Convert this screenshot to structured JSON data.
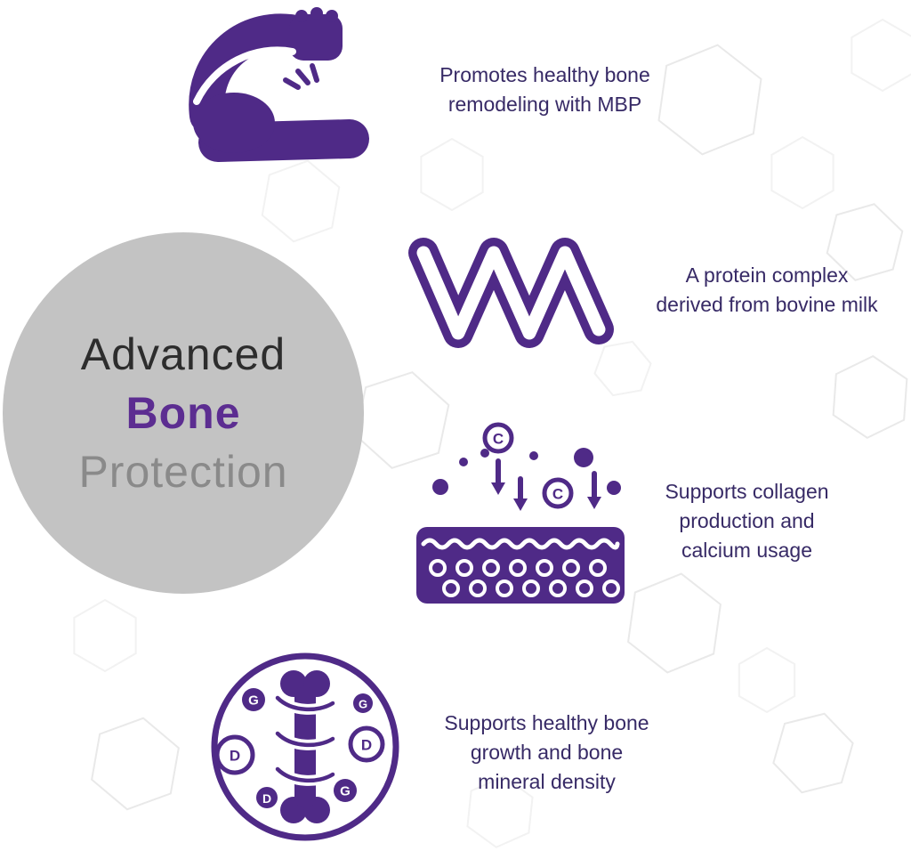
{
  "title": "Advanced Bone Protection infographic",
  "palette": {
    "purple": "#4f2a87",
    "text_purple": "#372a66",
    "bone_purple": "#5c2d91",
    "circle_gray": "#c3c3c3",
    "advanced_dark": "#2d2d2d",
    "protection_gray": "#8a8a8a"
  },
  "center_circle": {
    "line1": "Advanced",
    "line2": "Bone",
    "line3": "Protection"
  },
  "features": [
    {
      "id": "mbp",
      "icon": "flexed-arm-icon",
      "caption": "Promotes healthy bone\nremodeling with MBP"
    },
    {
      "id": "protein",
      "icon": "protein-helix-icon",
      "caption": "A protein complex\nderived from bovine milk"
    },
    {
      "id": "collagen",
      "icon": "collagen-calcium-icon",
      "caption": "Supports collagen\nproduction and\ncalcium usage"
    },
    {
      "id": "bone-growth",
      "icon": "bone-vitamins-icon",
      "caption": "Supports healthy bone\ngrowth and bone\nmineral density"
    }
  ],
  "icon_letters": {
    "collagen_badges": [
      "C",
      "C"
    ],
    "bone_badges": [
      "G",
      "G",
      "D",
      "D",
      "D",
      "G"
    ]
  }
}
